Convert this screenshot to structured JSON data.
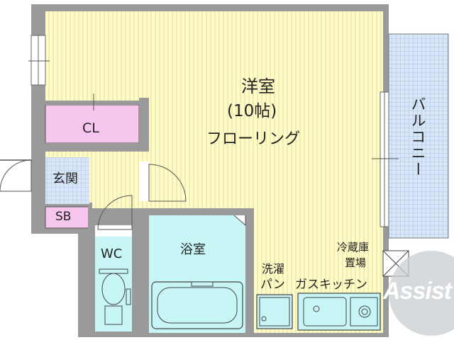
{
  "rooms": {
    "western_room": {
      "name": "洋室",
      "size": "(10帖)",
      "floor": "フローリング"
    },
    "closet": "CL",
    "balcony": "バルコニー",
    "entrance": "玄関",
    "shoe_box": "SB",
    "toilet": "WC",
    "bathroom": "浴室",
    "washer_pan": [
      "洗濯",
      "パン"
    ],
    "fridge_space": [
      "冷蔵庫",
      "置場"
    ],
    "gas_kitchen": "ガスキッチン"
  },
  "logo": {
    "text": "Assist"
  },
  "colors": {
    "room_yellow": "#fefcc8",
    "closet_pink": "#f7c6ef",
    "tile_blue": "#d8e6f8",
    "bath_cyan": "#c8f6f6",
    "wall_gray": "#9a9a9a"
  }
}
